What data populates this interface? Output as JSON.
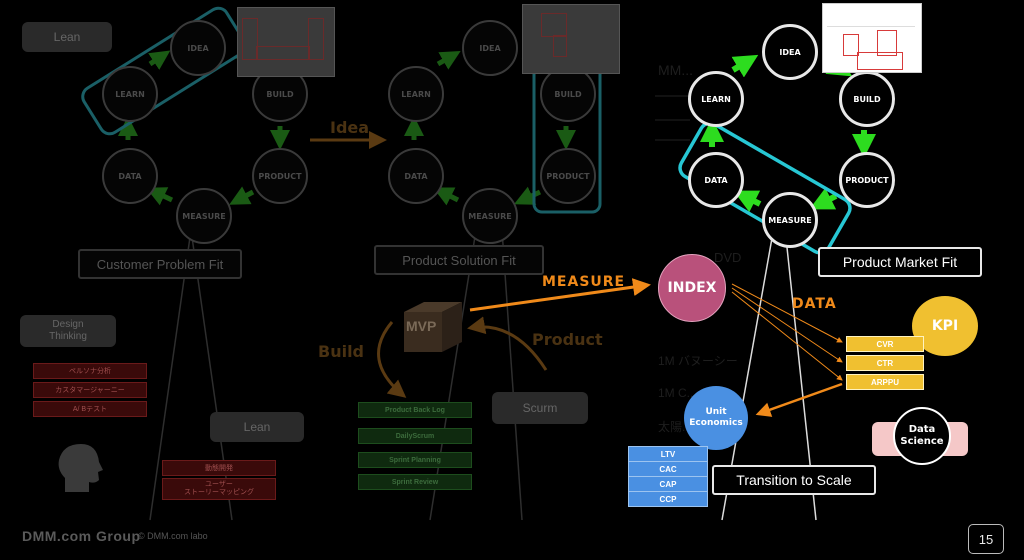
{
  "left_panel": {
    "lean_badge": "Lean",
    "nodes": {
      "idea": "IDEA",
      "learn": "LEARN",
      "build": "BUILD",
      "data": "DATA",
      "product": "PRODUCT",
      "measure": "MEASURE"
    },
    "fit_label": "Customer Problem Fit",
    "design_badge": "Design\nThinking",
    "red_tags": [
      "ペルソナ分析",
      "カスタマージャーニー",
      "A/ Bテスト"
    ],
    "lean_badge_2": "Lean",
    "red_tags_2": [
      "動態開発",
      "ユーザー\nストーリーマッピング"
    ]
  },
  "middle_panel": {
    "nodes": {
      "idea": "IDEA",
      "learn": "LEARN",
      "build": "BUILD",
      "data": "DATA",
      "product": "PRODUCT",
      "measure": "MEASURE"
    },
    "fit_label": "Product Solution Fit",
    "idea_label": "Idea",
    "build_label": "Build",
    "product_label": "Product",
    "mvp_label": "MVP",
    "scrum_badge": "Scurm",
    "green_tags": [
      "Product Back Log",
      "DailyScrum",
      "Sprint Planning",
      "Sprint Review"
    ]
  },
  "right_panel": {
    "nodes": {
      "idea": "IDEA",
      "learn": "LEARN",
      "build": "BUILD",
      "data": "DATA",
      "product": "PRODUCT",
      "measure": "MEASURE"
    },
    "fit_label": "Product Market Fit",
    "measure_label": "MEASURE",
    "data_label": "DATA",
    "index_label": "INDEX",
    "kpi_label": "KPI",
    "kpi_tags": [
      "CVR",
      "CTR",
      "ARPPU"
    ],
    "unit_label": "Unit\nEconomics",
    "unit_tags": [
      "LTV",
      "CAC",
      "CAP",
      "CCP"
    ],
    "scale_label": "Transition to Scale",
    "ds_label": "Data\nScience",
    "bg_text": [
      "MM...",
      "DVD",
      "1M バヌーシー",
      "1M C...",
      "太陽..."
    ]
  },
  "footer": {
    "logo": "DMM.com Group",
    "copyright": "© DMM.com labo",
    "page_number": "15"
  },
  "colors": {
    "cyan": "#27c7d4",
    "green": "#2ddc1f",
    "orange": "#f08a1a",
    "index": "#b9517b",
    "kpi": "#f0c030",
    "unit": "#4a90e2"
  }
}
